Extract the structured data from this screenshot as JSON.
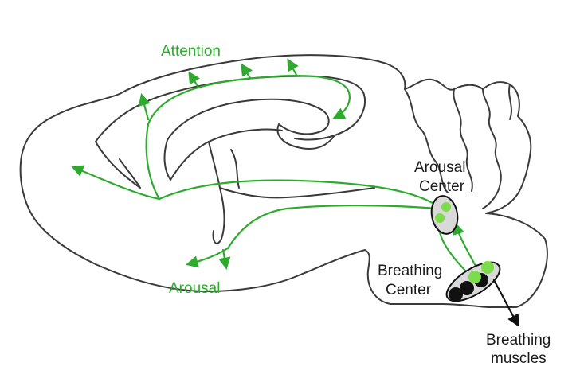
{
  "labels": {
    "attention": "Attention",
    "arousal": "Arousal",
    "arousal_center_line1": "Arousal",
    "arousal_center_line2": "Center",
    "breathing_center_line1": "Breathing",
    "breathing_center_line2": "Center",
    "breathing_muscles_line1": "Breathing",
    "breathing_muscles_line2": "muscles"
  },
  "colors": {
    "pathway_green": "#2eab2e",
    "neuron_light_green": "#7ddc4a",
    "neuron_dark": "#111111",
    "nucleus_fill": "#d9d9d9",
    "outline": "#3a3a3a"
  }
}
